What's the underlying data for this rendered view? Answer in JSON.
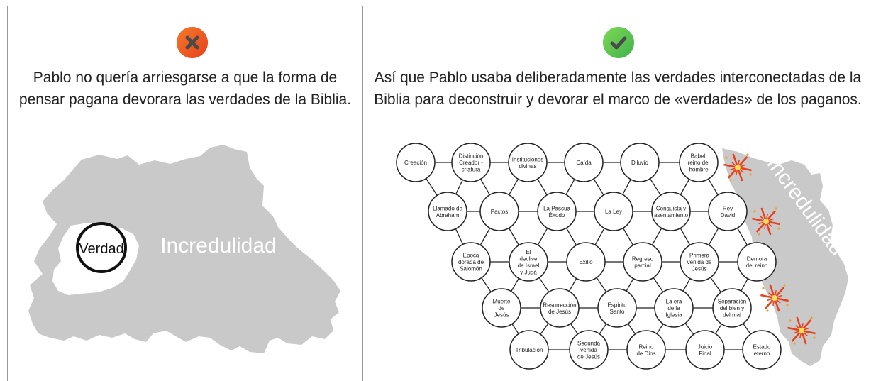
{
  "left_panel": {
    "caption_line1": "Pablo no quería arriesgarse a que la forma de",
    "caption_line2": "pensar pagana devorara las verdades de la Biblia.",
    "icon": "cross-icon",
    "truth_label": "Verdad",
    "unbelief_label": "Incredulidad"
  },
  "right_panel": {
    "caption_line1": "Así que Pablo usaba deliberadamente las verdades interconectadas de la",
    "caption_line2": "Biblia para deconstruir y devorar el marco de «verdades» de los paganos.",
    "icon": "check-icon",
    "unbelief_label": "Incredulidad",
    "nodes": [
      {
        "id": "creacion",
        "lines": [
          "Creación"
        ]
      },
      {
        "id": "distincion",
        "lines": [
          "Distinción",
          "Creador -",
          "criatura"
        ]
      },
      {
        "id": "instituciones",
        "lines": [
          "Instituciones",
          "divinas"
        ]
      },
      {
        "id": "caida",
        "lines": [
          "Caída"
        ]
      },
      {
        "id": "diluvio",
        "lines": [
          "Diluvio"
        ]
      },
      {
        "id": "babel",
        "lines": [
          "Babel:",
          "reino del",
          "hombre"
        ]
      },
      {
        "id": "abraham",
        "lines": [
          "Llamado de",
          "Abraham"
        ]
      },
      {
        "id": "pactos",
        "lines": [
          "Pactos"
        ]
      },
      {
        "id": "pascua",
        "lines": [
          "La Pascua",
          "Éxodo"
        ]
      },
      {
        "id": "ley",
        "lines": [
          "La Ley"
        ]
      },
      {
        "id": "conquista",
        "lines": [
          "Conquista y",
          "asentamiento"
        ]
      },
      {
        "id": "david",
        "lines": [
          "Rey",
          "David"
        ]
      },
      {
        "id": "salomon",
        "lines": [
          "Época",
          "dorada de",
          "Salomón"
        ]
      },
      {
        "id": "declive",
        "lines": [
          "El",
          "declive",
          "de Israel",
          "y Judá"
        ]
      },
      {
        "id": "exilio",
        "lines": [
          "Exilio"
        ]
      },
      {
        "id": "regreso",
        "lines": [
          "Regreso",
          "parcial"
        ]
      },
      {
        "id": "primera",
        "lines": [
          "Primera",
          "venida de",
          "Jesús"
        ]
      },
      {
        "id": "demora",
        "lines": [
          "Demora",
          "del reino"
        ]
      },
      {
        "id": "muerte",
        "lines": [
          "Muerte",
          "de",
          "Jesús"
        ]
      },
      {
        "id": "resurreccion",
        "lines": [
          "Resurrección",
          "de Jesús"
        ]
      },
      {
        "id": "espiritu",
        "lines": [
          "Espíritu",
          "Santo"
        ]
      },
      {
        "id": "iglesia",
        "lines": [
          "La era",
          "de la",
          "Iglesia"
        ]
      },
      {
        "id": "separacion",
        "lines": [
          "Separación",
          "del bien y",
          "del mal"
        ]
      },
      {
        "id": "tribulacion",
        "lines": [
          "Tribulación"
        ]
      },
      {
        "id": "segunda",
        "lines": [
          "Segunda",
          "venida",
          "de Jesús"
        ]
      },
      {
        "id": "reino",
        "lines": [
          "Reino",
          "de Dios"
        ]
      },
      {
        "id": "juicio",
        "lines": [
          "Juicio",
          "Final"
        ]
      },
      {
        "id": "eterno",
        "lines": [
          "Estado",
          "eterno"
        ]
      }
    ]
  },
  "colors": {
    "cross_icon_bg": "#ef5a24",
    "check_icon_bg": "#5ec94a",
    "landmass": "#c9c9c9",
    "spark": "#e8401c"
  }
}
